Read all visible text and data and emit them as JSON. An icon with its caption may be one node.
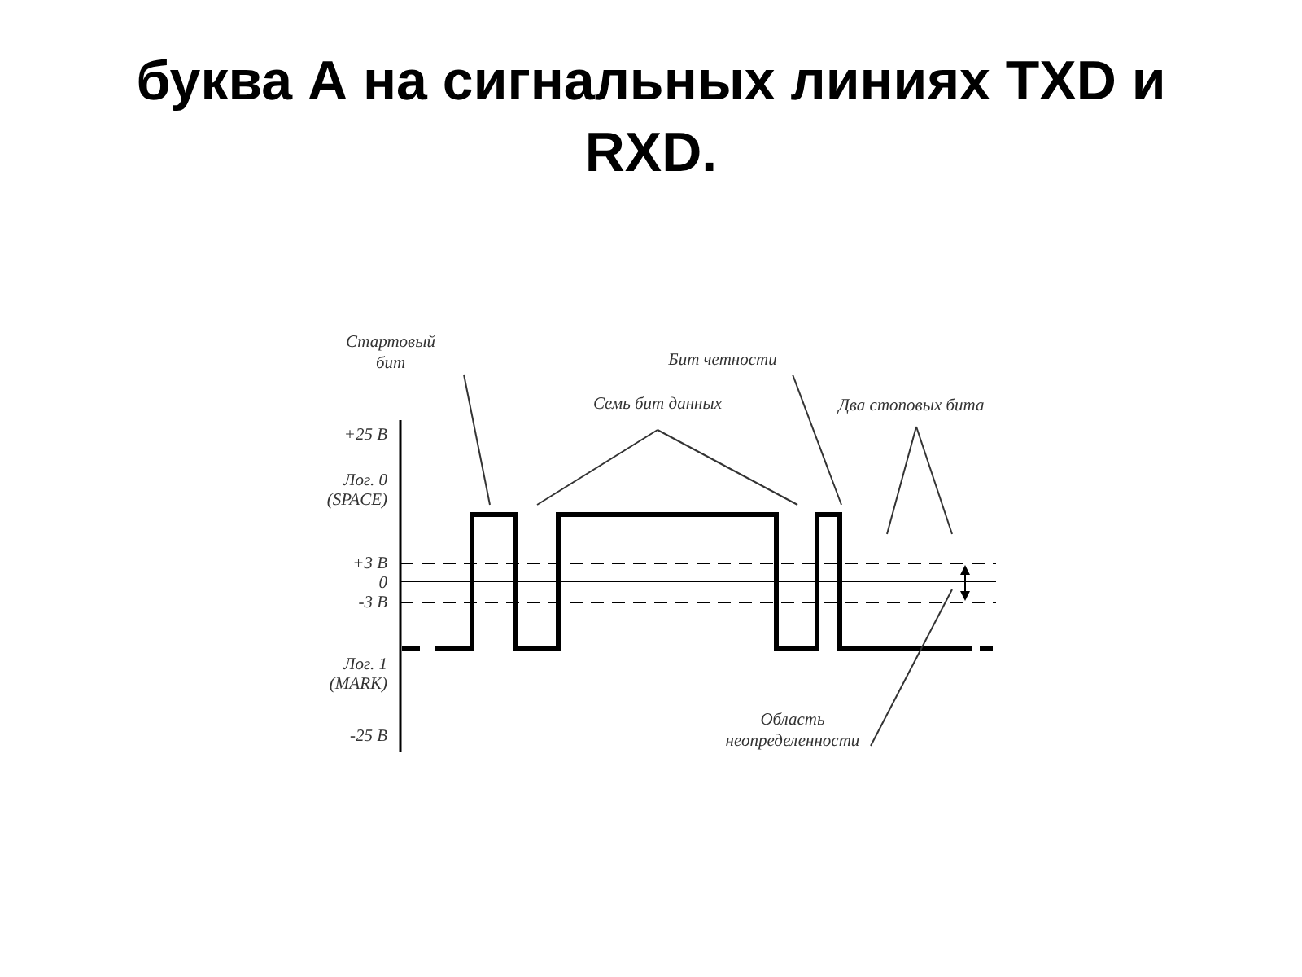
{
  "diagram": {
    "title": "буква А на сигнальных линиях TXD и RXD.",
    "nodes": [
      {
        "text": [
          "Стартовый бит"
        ]
      },
      {
        "text": [
          "Бит четности"
        ]
      },
      {
        "text": [
          "Семь бит данных"
        ]
      },
      {
        "text": [
          "Два стоповых бита"
        ]
      },
      {
        "text": [
          "Область неопределенности"
        ]
      }
    ],
    "edges": [
      {
        "from": 0,
        "to": null,
        "arrow": "none"
      },
      {
        "from": 1,
        "to": null,
        "arrow": "none"
      },
      {
        "from": 2,
        "to": null,
        "arrow": "none"
      },
      {
        "from": 2,
        "to": null,
        "arrow": "none"
      },
      {
        "from": 3,
        "to": null,
        "arrow": "none"
      },
      {
        "from": 3,
        "to": null,
        "arrow": "none"
      },
      {
        "from": 4,
        "to": null,
        "arrow": "none"
      }
    ],
    "labels": [
      "+25 В",
      "Лог. 0 (SPACE)",
      "+3 В",
      "0",
      "-3 В",
      "Лог. 1 (MARK)",
      "-25 В"
    ]
  }
}
